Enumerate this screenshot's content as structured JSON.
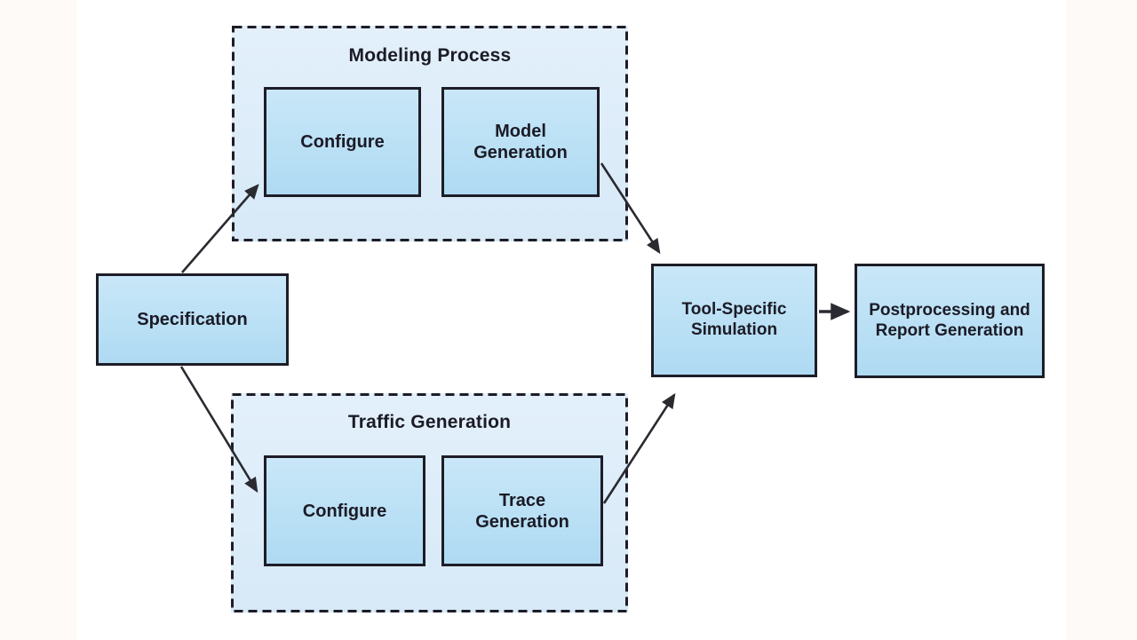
{
  "diagram": {
    "specification": {
      "label": "Specification"
    },
    "modeling_process": {
      "title": "Modeling Process",
      "configure": {
        "label": "Configure"
      },
      "model_generation": {
        "label": "Model Generation"
      }
    },
    "traffic_generation": {
      "title": "Traffic Generation",
      "configure": {
        "label": "Configure"
      },
      "trace_generation": {
        "label": "Trace Generation"
      }
    },
    "tool_specific_simulation": {
      "label": "Tool-Specific Simulation"
    },
    "postprocessing": {
      "label": "Postprocessing and Report Generation"
    },
    "colors": {
      "page_bg": "#ffffff",
      "edge_strip": "#fdfaf7",
      "container_fill_top": "#e3f0fb",
      "container_fill_bottom": "#d7e9f7",
      "box_fill_top": "#c9e7f8",
      "box_fill_bottom": "#aedaf2",
      "border": "#1d1d27",
      "text": "#1b1b26",
      "arrow": "#2a2a31"
    }
  }
}
